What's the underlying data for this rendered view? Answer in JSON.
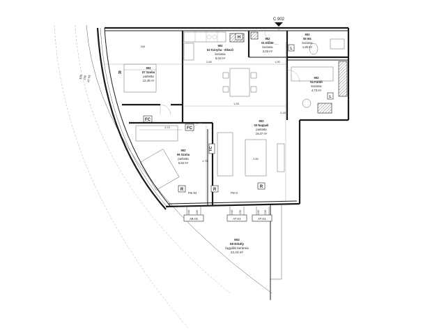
{
  "section_mark": "C 902",
  "rooms": [
    {
      "id": "r02",
      "num": "902",
      "name": "02 Konyha - étkező",
      "material": "kerámia",
      "area": "8,02 m²"
    },
    {
      "id": "r01",
      "num": "902",
      "name": "01 Előtér",
      "material": "kerámia",
      "area": "2,03 m²"
    },
    {
      "id": "r05",
      "num": "902",
      "name": "05 Wc",
      "material": "kerámia",
      "area": "1,80 m²"
    },
    {
      "id": "r04",
      "num": "902",
      "name": "04 Fürdő",
      "material": "kerámia",
      "area": "4,73 m²"
    },
    {
      "id": "r07",
      "num": "902",
      "name": "07 Szoba",
      "material": "parketta",
      "area": "12,48 m²"
    },
    {
      "id": "r03",
      "num": "902",
      "name": "03 Nappali",
      "material": "parketta",
      "area": "19,37 m²"
    },
    {
      "id": "r06",
      "num": "902",
      "name": "06 Szoba",
      "material": "parketta",
      "area": "8,62 m²"
    },
    {
      "id": "r08",
      "num": "902",
      "name": "08 Erkély",
      "material": "fagyálló kerámia",
      "area": "22,43 m²"
    }
  ],
  "tags": {
    "fc1": "FC",
    "fc2": "FC",
    "fc3": "FC",
    "r1": "R",
    "r2": "R",
    "r3": "R",
    "h": "H",
    "l1": "L",
    "l2": "L"
  },
  "heights": {
    "pm94": "Pm 94",
    "pm0": "Pm 0"
  },
  "window_tags": {
    "w1": "AB H1",
    "w2": "AT H1",
    "w3": "AT H1"
  },
  "side_note": {
    "l1": "100",
    "l2": "239",
    "l3": "AT H1"
  },
  "dims": {
    "d1": "345",
    "d2": "2,80",
    "d3": "1,90",
    "d4": "1,95",
    "d5": "3,70",
    "d6": "2,80",
    "d7": "2,45",
    "d8": "1,75",
    "d9": "100",
    "d10": "239",
    "d11": "100",
    "d12": "239",
    "d13": "100",
    "d14": "239"
  }
}
